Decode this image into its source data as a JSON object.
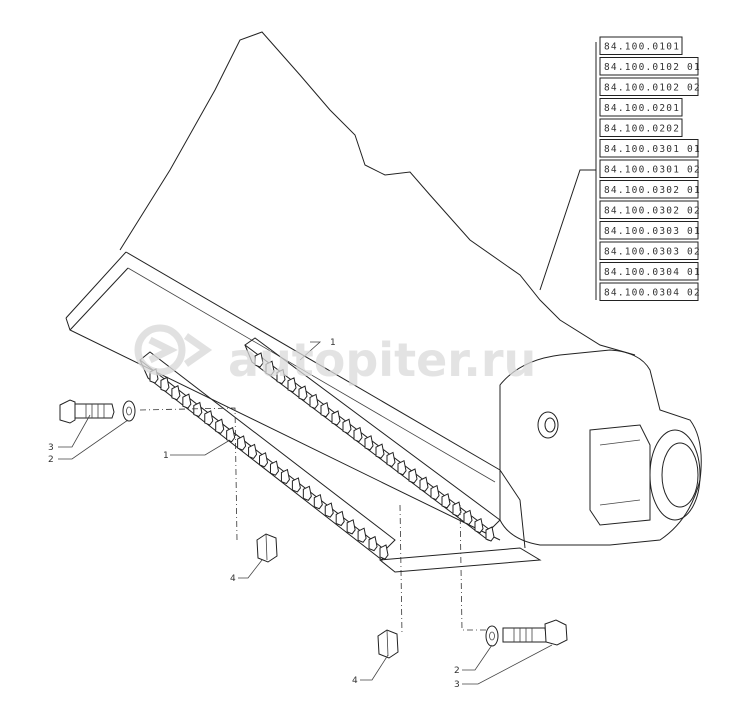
{
  "watermark": {
    "text": "autopiter.ru",
    "logo_icon": "circled-arrow-logo-icon"
  },
  "reference_codes": [
    "84.100.0101",
    "84.100.0102 01",
    "84.100.0102 02",
    "84.100.0201",
    "84.100.0202",
    "84.100.0301 01",
    "84.100.0301 02",
    "84.100.0302 01",
    "84.100.0302 02",
    "84.100.0303 01",
    "84.100.0303 02",
    "84.100.0304 01",
    "84.100.0304 02"
  ],
  "callouts": {
    "item_1_left": "1",
    "item_1_right": "1",
    "item_3_left": "3",
    "item_2_left": "2",
    "item_4_mid": "4",
    "item_4_low": "4",
    "item_2_right": "2",
    "item_3_right": "3"
  },
  "colors": {
    "line": "#222222",
    "watermark": "#d9d9d9",
    "background": "#ffffff"
  }
}
